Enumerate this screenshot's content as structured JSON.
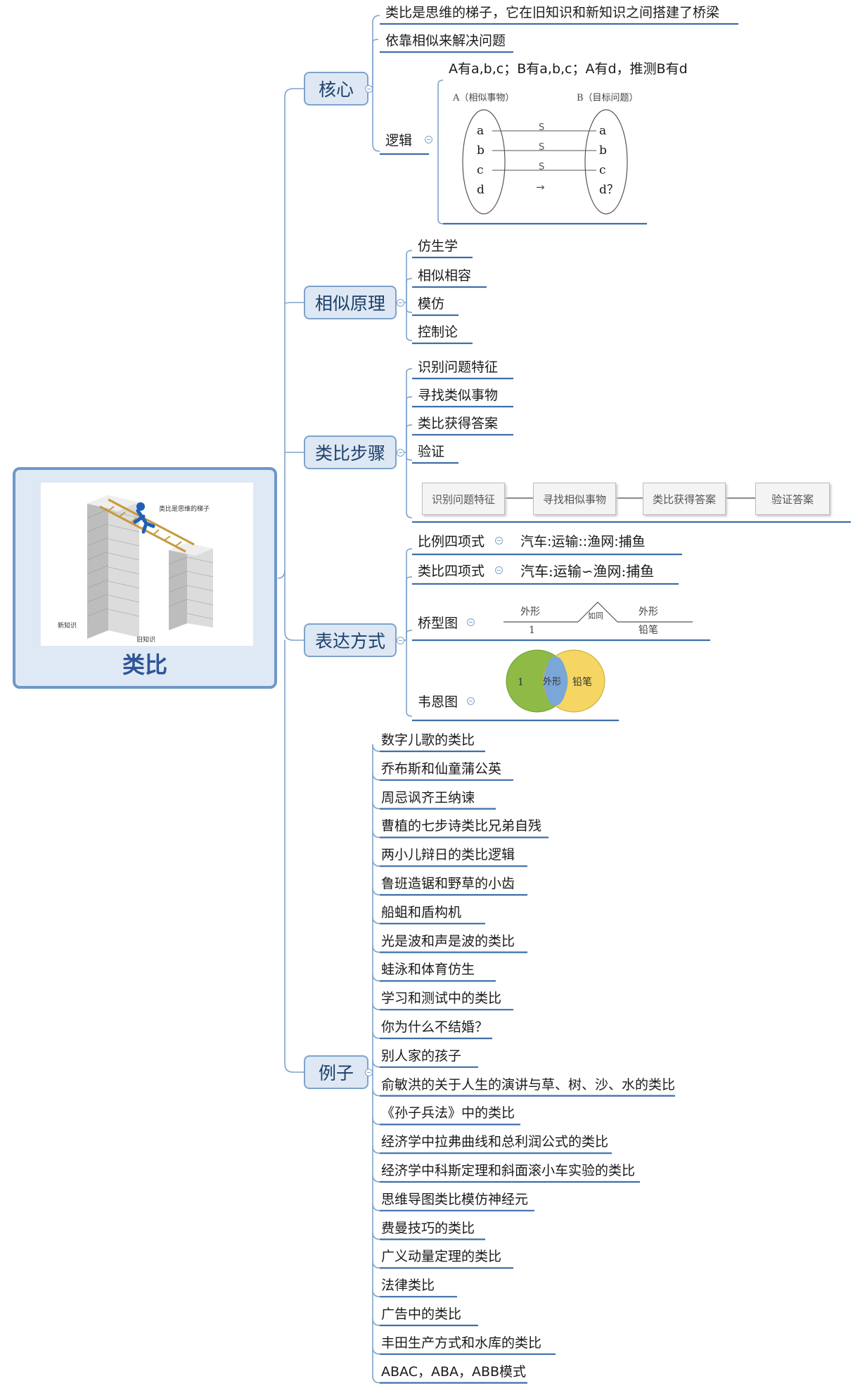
{
  "center": {
    "title": "类比",
    "image_caption": "类比是思维的梯子",
    "label_new": "新知识",
    "label_old": "旧知识"
  },
  "core": {
    "label": "核心",
    "items": [
      "类比是思维的梯子，它在旧知识和新知识之间搭建了桥梁",
      "依靠相似来解决问题"
    ],
    "logic": {
      "label": "逻辑",
      "statement": "A有a,b,c；B有a,b,c；A有d，推测B有d",
      "a_title": "A（相似事物）",
      "b_title": "B（目标问题）",
      "left": [
        "a",
        "b",
        "c",
        "d"
      ],
      "right": [
        "a",
        "b",
        "c",
        "d？"
      ],
      "mid": [
        "S",
        "S",
        "S",
        "→"
      ]
    }
  },
  "similar": {
    "label": "相似原理",
    "items": [
      "仿生学",
      "相似相容",
      "模仿",
      "控制论"
    ]
  },
  "steps": {
    "label": "类比步骤",
    "items": [
      "识别问题特征",
      "寻找类似事物",
      "类比获得答案",
      "验证"
    ],
    "flow": [
      "识别问题特征",
      "寻找相似事物",
      "类比获得答案",
      "验证答案"
    ]
  },
  "expression": {
    "label": "表达方式",
    "proportion_label": "比例四项式",
    "proportion_value": "汽车:运输::渔网:捕鱼",
    "analogy_label": "类比四项式",
    "analogy_value": "汽车:运输∽渔网:捕鱼",
    "bridge_label": "桥型图",
    "bridge": {
      "left_top": "外形",
      "left_bottom": "1",
      "middle": "如同",
      "right_top": "外形",
      "right_bottom": "铅笔"
    },
    "venn_label": "韦恩图",
    "venn": {
      "left": "1",
      "middle": "外形",
      "right": "铅笔"
    }
  },
  "examples": {
    "label": "例子",
    "items": [
      "数字儿歌的类比",
      "乔布斯和仙童蒲公英",
      "周忌讽齐王纳谏",
      "曹植的七步诗类比兄弟自残",
      "两小儿辩日的类比逻辑",
      "鲁班造锯和野草的小齿",
      "船蛆和盾构机",
      "光是波和声是波的类比",
      "蛙泳和体育仿生",
      "学习和测试中的类比",
      "你为什么不结婚？",
      "别人家的孩子",
      "俞敏洪的关于人生的演讲与草、树、沙、水的类比",
      "《孙子兵法》中的类比",
      "经济学中拉弗曲线和总利润公式的类比",
      "经济学中科斯定理和斜面滚小车实验的类比",
      "思维导图类比模仿神经元",
      "费曼技巧的类比",
      "广义动量定理的类比",
      "法律类比",
      "广告中的类比",
      "丰田生产方式和水库的类比",
      "ABAC，ABA，ABB模式"
    ]
  },
  "colors": {
    "line": "#7ea3cc",
    "underline": "#3f6fa8",
    "venn_left": "#8dbb45",
    "venn_right": "#f5d45a",
    "venn_overlap": "#7aa6d8"
  }
}
